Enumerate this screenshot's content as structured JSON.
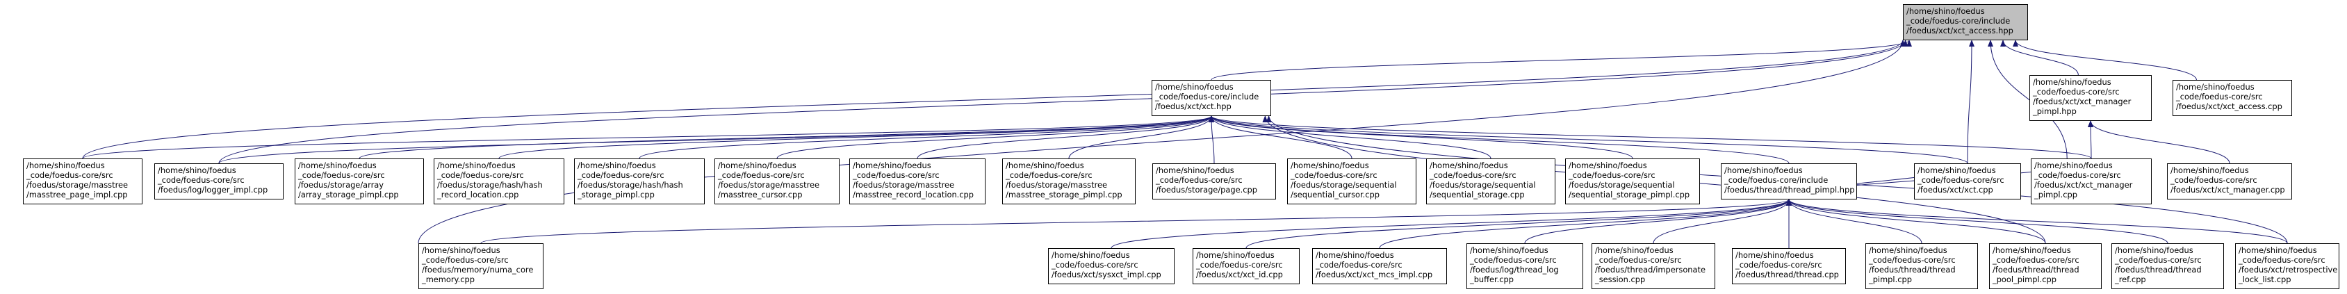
{
  "colors": {
    "edge": "#191970",
    "root_fill": "#bfbfbf",
    "node_fill": "#ffffff",
    "border": "#000000"
  },
  "nodes": {
    "n_xct_access_hpp": "/home/shino/foedus\n_code/foedus-core/include\n/foedus/xct/xct_access.hpp",
    "n_xct_hpp": "/home/shino/foedus\n_code/foedus-core/include\n/foedus/xct/xct.hpp",
    "n_xct_manager_pimpl_hpp": "/home/shino/foedus\n_code/foedus-core/src\n/foedus/xct/xct_manager\n_pimpl.hpp",
    "n_xct_access_cpp": "/home/shino/foedus\n_code/foedus-core/src\n/foedus/xct/xct_access.cpp",
    "n_masstree_page_impl_cpp": "/home/shino/foedus\n_code/foedus-core/src\n/foedus/storage/masstree\n/masstree_page_impl.cpp",
    "n_logger_impl_cpp": "/home/shino/foedus\n_code/foedus-core/src\n/foedus/log/logger_impl.cpp",
    "n_array_storage_pimpl_cpp": "/home/shino/foedus\n_code/foedus-core/src\n/foedus/storage/array\n/array_storage_pimpl.cpp",
    "n_hash_record_location_cpp": "/home/shino/foedus\n_code/foedus-core/src\n/foedus/storage/hash/hash\n_record_location.cpp",
    "n_hash_storage_pimpl_cpp": "/home/shino/foedus\n_code/foedus-core/src\n/foedus/storage/hash/hash\n_storage_pimpl.cpp",
    "n_masstree_cursor_cpp": "/home/shino/foedus\n_code/foedus-core/src\n/foedus/storage/masstree\n/masstree_cursor.cpp",
    "n_masstree_record_location_cpp": "/home/shino/foedus\n_code/foedus-core/src\n/foedus/storage/masstree\n/masstree_record_location.cpp",
    "n_masstree_storage_pimpl_cpp": "/home/shino/foedus\n_code/foedus-core/src\n/foedus/storage/masstree\n/masstree_storage_pimpl.cpp",
    "n_page_cpp": "/home/shino/foedus\n_code/foedus-core/src\n/foedus/storage/page.cpp",
    "n_sequential_cursor_cpp": "/home/shino/foedus\n_code/foedus-core/src\n/foedus/storage/sequential\n/sequential_cursor.cpp",
    "n_sequential_storage_cpp": "/home/shino/foedus\n_code/foedus-core/src\n/foedus/storage/sequential\n/sequential_storage.cpp",
    "n_sequential_storage_pimpl_cpp": "/home/shino/foedus\n_code/foedus-core/src\n/foedus/storage/sequential\n/sequential_storage_pimpl.cpp",
    "n_thread_pimpl_hpp": "/home/shino/foedus\n_code/foedus-core/include\n/foedus/thread/thread_pimpl.hpp",
    "n_xct_cpp": "/home/shino/foedus\n_code/foedus-core/src\n/foedus/xct/xct.cpp",
    "n_xct_manager_pimpl_cpp": "/home/shino/foedus\n_code/foedus-core/src\n/foedus/xct/xct_manager\n_pimpl.cpp",
    "n_xct_manager_cpp": "/home/shino/foedus\n_code/foedus-core/src\n/foedus/xct/xct_manager.cpp",
    "n_numa_core_memory_cpp": "/home/shino/foedus\n_code/foedus-core/src\n/foedus/memory/numa_core\n_memory.cpp",
    "n_sysxct_impl_cpp": "/home/shino/foedus\n_code/foedus-core/src\n/foedus/xct/sysxct_impl.cpp",
    "n_xct_id_cpp": "/home/shino/foedus\n_code/foedus-core/src\n/foedus/xct/xct_id.cpp",
    "n_xct_mcs_impl_cpp": "/home/shino/foedus\n_code/foedus-core/src\n/foedus/xct/xct_mcs_impl.cpp",
    "n_thread_log_buffer_cpp": "/home/shino/foedus\n_code/foedus-core/src\n/foedus/log/thread_log\n_buffer.cpp",
    "n_impersonate_session_cpp": "/home/shino/foedus\n_code/foedus-core/src\n/foedus/thread/impersonate\n_session.cpp",
    "n_thread_cpp": "/home/shino/foedus\n_code/foedus-core/src\n/foedus/thread/thread.cpp",
    "n_thread_pimpl_cpp": "/home/shino/foedus\n_code/foedus-core/src\n/foedus/thread/thread\n_pimpl.cpp",
    "n_thread_pool_pimpl_cpp": "/home/shino/foedus\n_code/foedus-core/src\n/foedus/thread/thread\n_pool_pimpl.cpp",
    "n_thread_ref_cpp": "/home/shino/foedus\n_code/foedus-core/src\n/foedus/thread/thread\n_ref.cpp",
    "n_retrospective_lock_list_cpp": "/home/shino/foedus\n_code/foedus-core/src\n/foedus/xct/retrospective\n_lock_list.cpp"
  }
}
